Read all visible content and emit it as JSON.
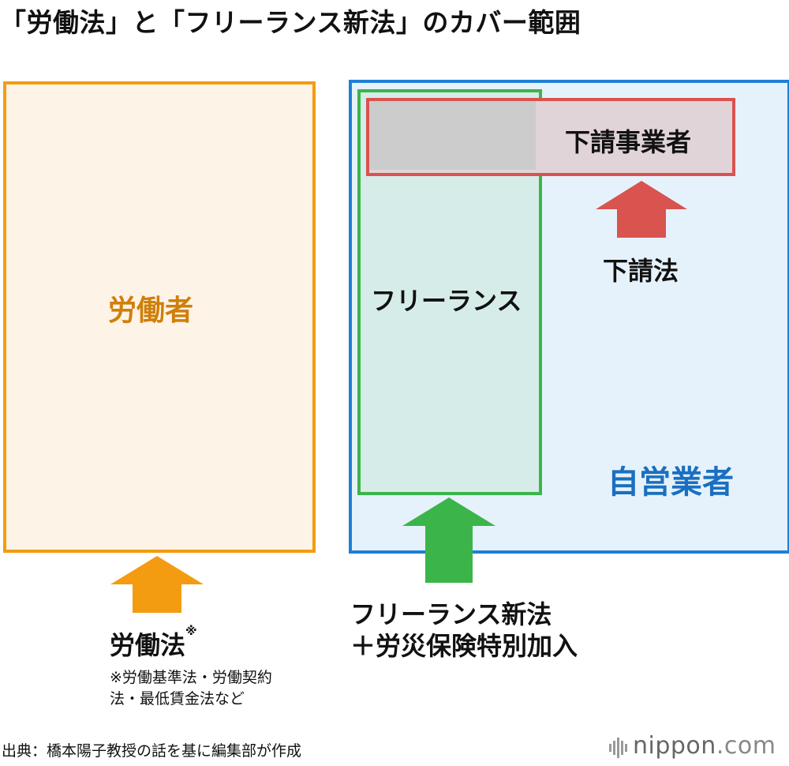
{
  "title": "「労働法」と「フリーランス新法」のカバー範囲",
  "labels": {
    "workers": "労働者",
    "self_employed": "自営業者",
    "freelance": "フリーランス",
    "subcontractors": "下請事業者",
    "subcontract_law": "下請法",
    "labor_law": "労働法",
    "labor_law_mark": "※",
    "labor_law_note_line1": "※労働基準法・労働契約",
    "labor_law_note_line2": "法・最低賃金法など",
    "new_law_line1": "フリーランス新法",
    "new_law_line2": "＋労災保険特別加入"
  },
  "source": "出典：橋本陽子教授の話を基に編集部が作成",
  "logo": {
    "name": "nippon",
    "suffix": ".com"
  },
  "colors": {
    "orange": "#f39c12",
    "blue": "#1f7fd6",
    "green": "#3bb54a",
    "red": "#d9534f"
  }
}
